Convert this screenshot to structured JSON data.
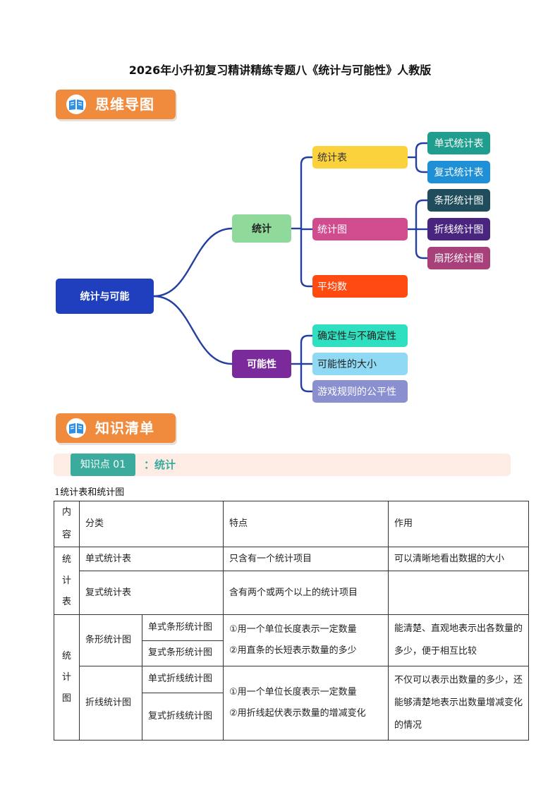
{
  "title": "2026年小升初复习精讲精练专题八《统计与可能性》人教版",
  "banners": {
    "mindmap": "思维导图",
    "knowledge": "知识清单"
  },
  "mindmap": {
    "root": "统计与可能",
    "branches": [
      {
        "label": "统计",
        "color": "#8fd99a",
        "children": [
          {
            "label": "统计表",
            "color": "#fcd23c",
            "text_color": "#333333",
            "children": [
              {
                "label": "单式统计表",
                "color": "#1f9e8e"
              },
              {
                "label": "复式统计表",
                "color": "#1f8fd6"
              }
            ]
          },
          {
            "label": "统计图",
            "color": "#d14b8f",
            "text_color": "#ffffff",
            "children": [
              {
                "label": "条形统计图",
                "color": "#1f4d5c"
              },
              {
                "label": "折线统计图",
                "color": "#4a2580"
              },
              {
                "label": "扇形统计图",
                "color": "#a8407a"
              }
            ]
          },
          {
            "label": "平均数",
            "color": "#ff4a12",
            "text_color": "#ffffff",
            "children": []
          }
        ]
      },
      {
        "label": "可能性",
        "color": "#7a2a9a",
        "children": [
          {
            "label": "确定性与不确定性",
            "color": "#2ee0c0",
            "text_color": "#222222",
            "children": []
          },
          {
            "label": "可能性的大小",
            "color": "#8fd9f5",
            "text_color": "#222222",
            "children": []
          },
          {
            "label": "游戏规则的公平性",
            "color": "#8a8fd0",
            "text_color": "#ffffff",
            "children": []
          }
        ]
      }
    ],
    "colors": {
      "root": "#1f3fbf",
      "line": "#233f9f"
    }
  },
  "knowledge_point": {
    "tag": "知识点 01",
    "title": "：统计"
  },
  "sub_heading": "1统计表和统计图",
  "table": {
    "header": {
      "content": "内容",
      "category": "分类",
      "features": "特点",
      "function": "作用"
    },
    "rows": {
      "tables_group": "统计表",
      "single_table": "单式统计表",
      "single_table_feature": "只含有一个统计项目",
      "single_table_function": "可以清晰地看出数据的大小",
      "compound_table": "复式统计表",
      "compound_table_feature": "含有两个或两个以上的统计项目",
      "charts_group": "统计图",
      "bar_chart": "条形统计图",
      "single_bar": "单式条形统计图",
      "compound_bar": "复式条形统计图",
      "bar_feature_1": "①用一个单位长度表示一定数量",
      "bar_feature_2": "②用直条的长短表示数量的多少",
      "bar_function": "能清楚、直观地表示出各数量的多少，便于相互比较",
      "line_chart": "折线统计图",
      "single_line": "单式折线统计图",
      "compound_line": "复式折线统计图",
      "line_feature_1": "①用一个单位长度表示一定数量",
      "line_feature_2": "②用折线起伏表示数量的增减变化",
      "line_function": "不仅可以表示出数量的多少，还能够清楚地表示出数量增减变化的情况"
    }
  }
}
